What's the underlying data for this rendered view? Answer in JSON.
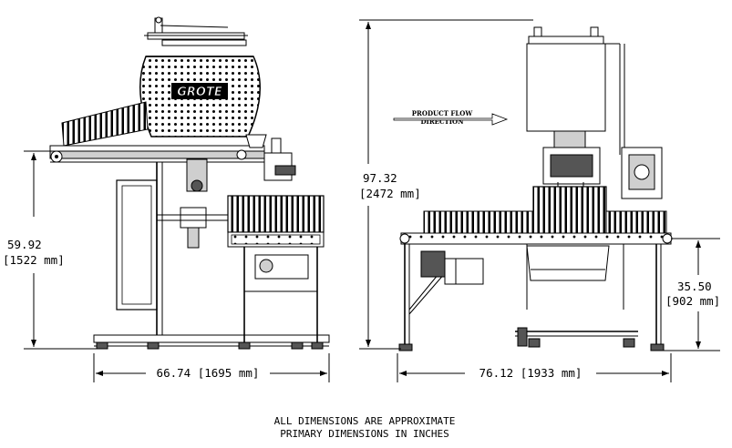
{
  "logo": {
    "text": "GROTE"
  },
  "flow_label": {
    "line1": "PRODUCT FLOW",
    "line2": "DIRECTION"
  },
  "dimensions": {
    "left_height": {
      "value": "59.92",
      "metric": "[1522 mm]"
    },
    "left_width": {
      "text": "66.74 [1695 mm]"
    },
    "overall_height": {
      "value": "97.32",
      "metric": "[2472 mm]"
    },
    "right_width": {
      "text": "76.12 [1933 mm]"
    },
    "conveyor_height": {
      "value": "35.50",
      "metric": "[902 mm]"
    }
  },
  "notes": {
    "line1": "ALL DIMENSIONS ARE APPROXIMATE",
    "line2": "PRIMARY DIMENSIONS IN INCHES"
  }
}
